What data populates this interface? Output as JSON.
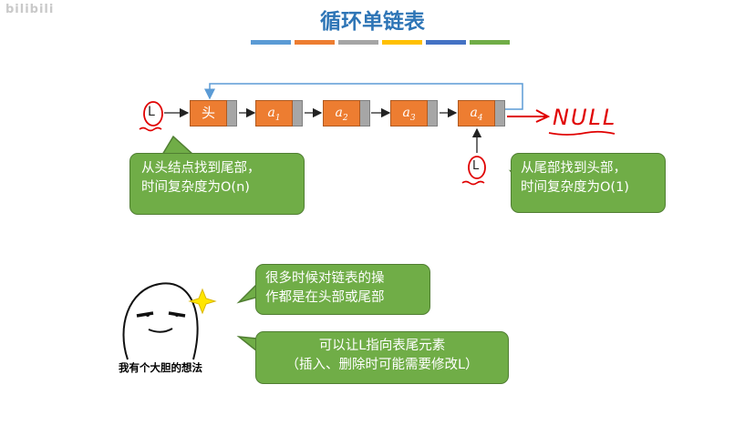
{
  "watermark": "bilibili",
  "title": "循环单链表",
  "stripe_colors": [
    "#5b9bd5",
    "#ed7d31",
    "#a5a5a5",
    "#ffc000",
    "#4472c4",
    "#70ad47"
  ],
  "list": {
    "head_pointer": "L",
    "nodes": [
      {
        "label": "头",
        "sub": ""
      },
      {
        "label": "a",
        "sub": "1"
      },
      {
        "label": "a",
        "sub": "2"
      },
      {
        "label": "a",
        "sub": "3"
      },
      {
        "label": "a",
        "sub": "4"
      }
    ],
    "null_label": "NULL",
    "tail_pointer": "L"
  },
  "bubble_left": {
    "line1": "从头结点找到尾部，",
    "line2_prefix": "时间复杂度为",
    "line2_value": "O(n)"
  },
  "bubble_right": {
    "line1": "从尾部找到头部，",
    "line2_prefix": "时间复杂度为",
    "line2_value": "O(1)"
  },
  "bubble_ops": {
    "line1": "很多时候对链表的操",
    "line2": "作都是在头部或尾部"
  },
  "bubble_tip": {
    "line1": "可以让L指向表尾元素",
    "line2": "（插入、删除时可能需要修改L）"
  },
  "face_caption": "我有个大胆的想法",
  "colors": {
    "title": "#2e75b6",
    "node_fill": "#ed7d31",
    "pointer_fill": "#a6a6a6",
    "bubble_fill": "#70ad47",
    "annotation_red": "#e00000",
    "loop_line": "#5b9bd5"
  }
}
